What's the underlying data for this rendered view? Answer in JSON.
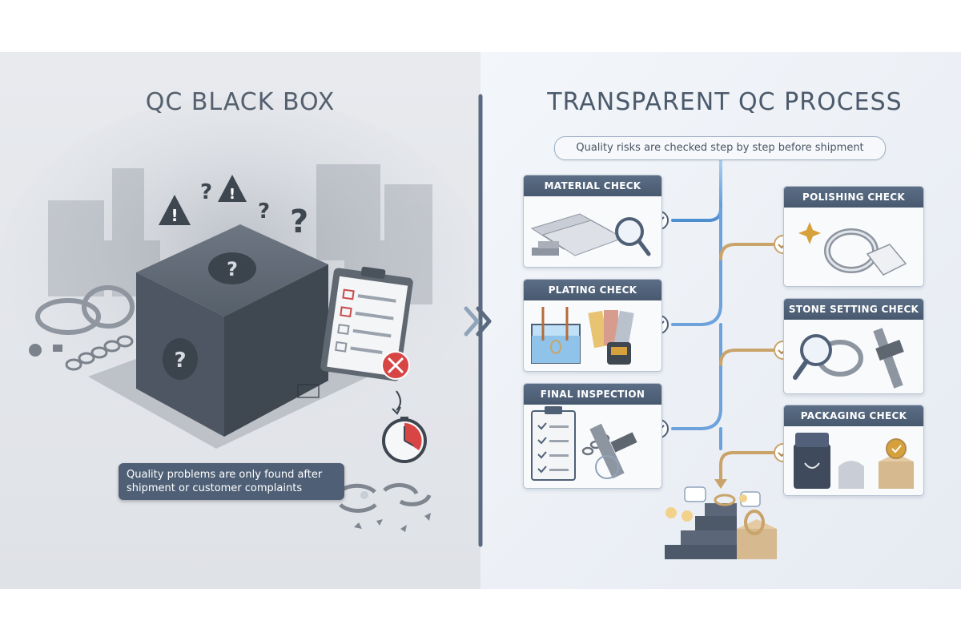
{
  "left": {
    "title": "QC BLACK BOX",
    "note_line1": "Quality problems are only found after",
    "note_line2": "shipment or customer complaints"
  },
  "right": {
    "title": "TRANSPARENT QC PROCESS",
    "subtitle": "Quality risks are checked step by step before shipment",
    "steps": [
      {
        "label": "MATERIAL CHECK"
      },
      {
        "label": "PLATING CHECK"
      },
      {
        "label": "FINAL INSPECTION"
      },
      {
        "label": "POLISHING CHECK"
      },
      {
        "label": "STONE SETTING CHECK"
      },
      {
        "label": "PACKAGING CHECK"
      }
    ]
  },
  "colors": {
    "accent_blue": "#4e8fd0",
    "accent_gold": "#c9a46a",
    "header_slate": "#4f6076",
    "alert_red": "#d84545",
    "box_dark": "#4d5662"
  },
  "icons": [
    "warning-icon",
    "question-icon",
    "checkmark-icon",
    "error-x-icon",
    "clock-icon",
    "magnifier-icon",
    "chevron-right-icon"
  ]
}
